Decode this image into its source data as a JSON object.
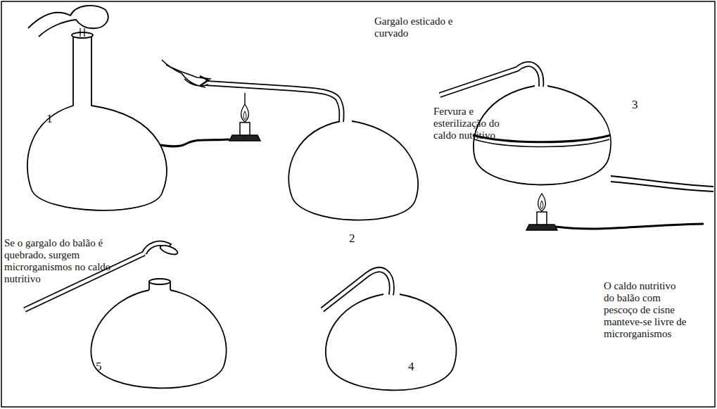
{
  "diagram": {
    "labels": [
      "1",
      "Gargalo esticado e curvado",
      "3",
      "Fervura e esterilização do caldo nutritivo",
      "2",
      "Se o gargalo do balão é quebrado, surgem microrganismos no caldo nutritivo",
      "5",
      "4",
      "O caldo nutritivo do balão com pescoço de cisne manteve-se livre de microrganismos"
    ]
  }
}
